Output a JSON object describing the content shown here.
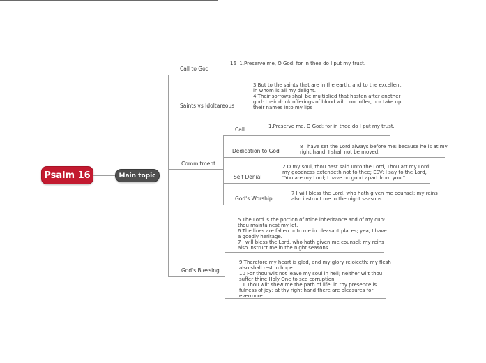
{
  "colors": {
    "root_bg": "#c31a30",
    "root_border": "#a81226",
    "main_topic_bg": "#4f4f4f",
    "line": "#9e9e9e",
    "text": "#3a3a3a"
  },
  "root": {
    "label": "Psalm 16"
  },
  "main_topic": {
    "label": "Main topic"
  },
  "branches": {
    "call_to_god": {
      "label": "Call to God",
      "note": "16  1.Preserve me, O God: for in thee do I put my trust."
    },
    "saints_vs_idoltareous": {
      "label": "Saints vs Idoltareous",
      "note": "3 But to the saints that are in the earth, and to the excellent,\nin whom is all my delight.\n4 Their sorrows shall be multiplied that hasten after another\ngod: their drink offerings of blood will I not offer, nor take up\ntheir names into my lips"
    },
    "commitment": {
      "label": "Commitment",
      "children": {
        "call": {
          "label": "Call",
          "note": "1.Preserve me, O God: for in thee do I put my trust."
        },
        "dedication_to_god": {
          "label": "Dedication to God",
          "note": "8 I have set the Lord always before me: because he is at my\nright hand, I shall not be moved."
        },
        "self_denial": {
          "label": "Self Denial",
          "note": "2 O my soul, thou hast said unto the Lord, Thou art my Lord:\nmy goodness extendeth not to thee; ESV: I say to the Lord,\n\"You are my Lord; I have no good apart from you.\""
        },
        "gods_worship": {
          "label": "God's Worship",
          "note": "7 I will bless the Lord, who hath given me counsel: my reins\nalso instruct me in the night seasons."
        }
      }
    },
    "gods_blessing": {
      "label": "God's Blessing",
      "note_1": "5 The Lord is the portion of mine inheritance and of my cup:\nthou maintainest my lot.\n6 The lines are fallen unto me in pleasant places; yea, I have\na goodly heritage.\n7 I will bless the Lord, who hath given me counsel: my reins\nalso instruct me in the night seasons.",
      "note_2": "9 Therefore my heart is glad, and my glory rejoiceth: my flesh\nalso shall rest in hope.\n10 For thou wilt not leave my soul in hell; neither wilt thou\nsuffer thine Holy One to see corruption.\n11 Thou wilt shew me the path of life: in thy presence is\nfulness of joy; at thy right hand there are pleasures for\nevermore."
    }
  }
}
